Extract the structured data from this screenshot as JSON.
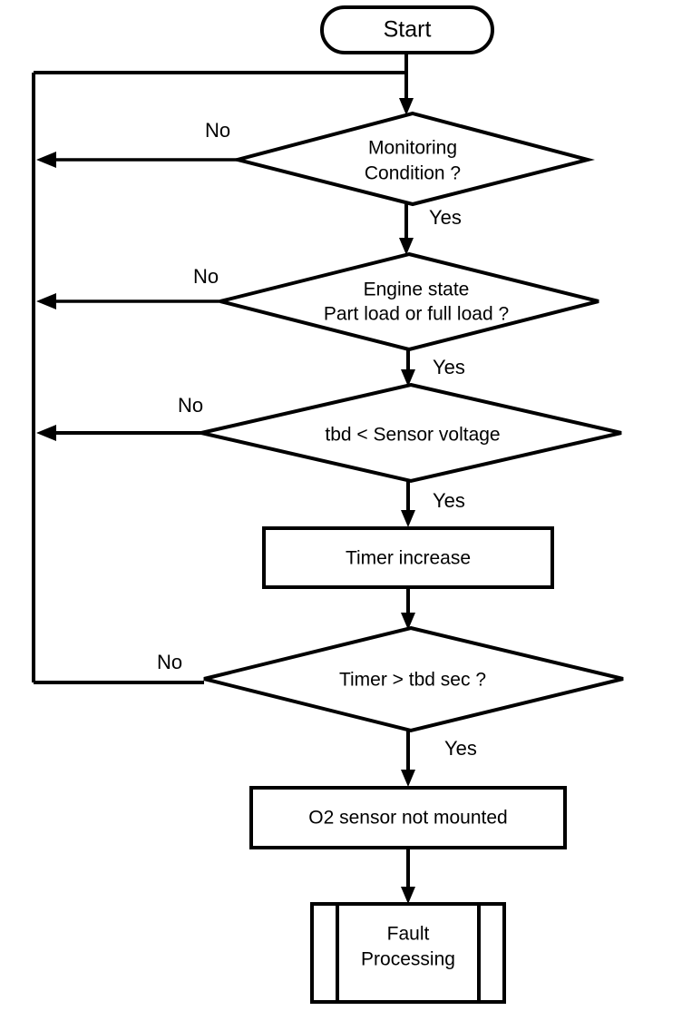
{
  "diagram": {
    "title": "O2 sensor not mounted monitoring flowchart",
    "type": "flowchart",
    "background_color": "#ffffff",
    "line_color": "#000000",
    "fill_color": "#ffffff"
  },
  "nodes": {
    "start": {
      "label": "Start",
      "shape": "terminator"
    },
    "decision_monitoring": {
      "label_line1": "Monitoring",
      "label_line2": "Condition ?",
      "shape": "decision"
    },
    "decision_engine_state": {
      "label_line1": "Engine state",
      "label_line2": "Part load or full load ?",
      "shape": "decision"
    },
    "decision_sensor_voltage": {
      "label_line1": "tbd < Sensor voltage",
      "shape": "decision"
    },
    "process_timer_increase": {
      "label_line1": "Timer increase",
      "shape": "process"
    },
    "decision_timer": {
      "label_line1": "Timer > tbd sec ?",
      "shape": "decision"
    },
    "process_sensor_not_mounted": {
      "label_line1": "O2 sensor not mounted",
      "shape": "process"
    },
    "predefined_fault_processing": {
      "label_line1": "Fault",
      "label_line2": "Processing",
      "shape": "predefined-process"
    }
  },
  "edge_labels": {
    "no_monitoring": "No",
    "yes_monitoring": "Yes",
    "no_engine_state": "No",
    "yes_engine_state": "Yes",
    "no_sensor_voltage": "No",
    "yes_sensor_voltage": "Yes",
    "no_timer": "No",
    "yes_timer": "Yes"
  }
}
